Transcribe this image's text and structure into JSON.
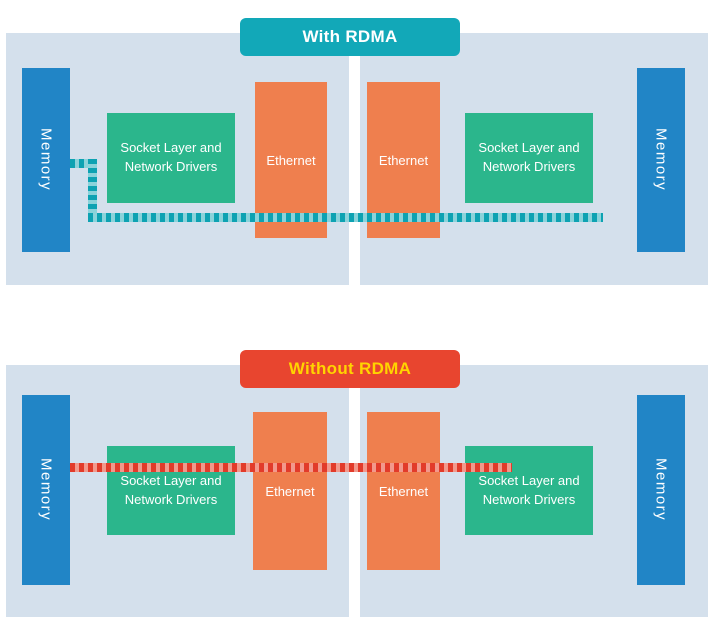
{
  "diagram": {
    "sections": [
      {
        "id": "with-rdma",
        "title": "With RDMA",
        "header_bg": "#12a8b8",
        "header_text_color": "#ffffff",
        "path_dash_dark": "#0da2b2",
        "path_dash_light": "#8ad3da",
        "path_description": "teal dashed path from left Memory bypassing socket layers and ethernet toward right Memory"
      },
      {
        "id": "without-rdma",
        "title": "Without RDMA",
        "header_bg": "#e8452f",
        "header_text_color": "#ffd400",
        "path_dash_dark": "#e23b2a",
        "path_dash_light": "#f2998c",
        "path_description": "red dashed path from left Memory through Socket Layer, Network Drivers and Ethernet to right Socket Layer"
      }
    ],
    "node_labels": {
      "memory": "Memory",
      "socket_layer": "Socket Layer and Network Drivers",
      "ethernet": "Ethernet"
    },
    "colors": {
      "panel_bg": "#d4e0ec",
      "memory_box": "#2185c6",
      "socket_box": "#2bb68c",
      "ethernet_box": "#ef7f4e",
      "box_text": "#ffffff"
    }
  }
}
